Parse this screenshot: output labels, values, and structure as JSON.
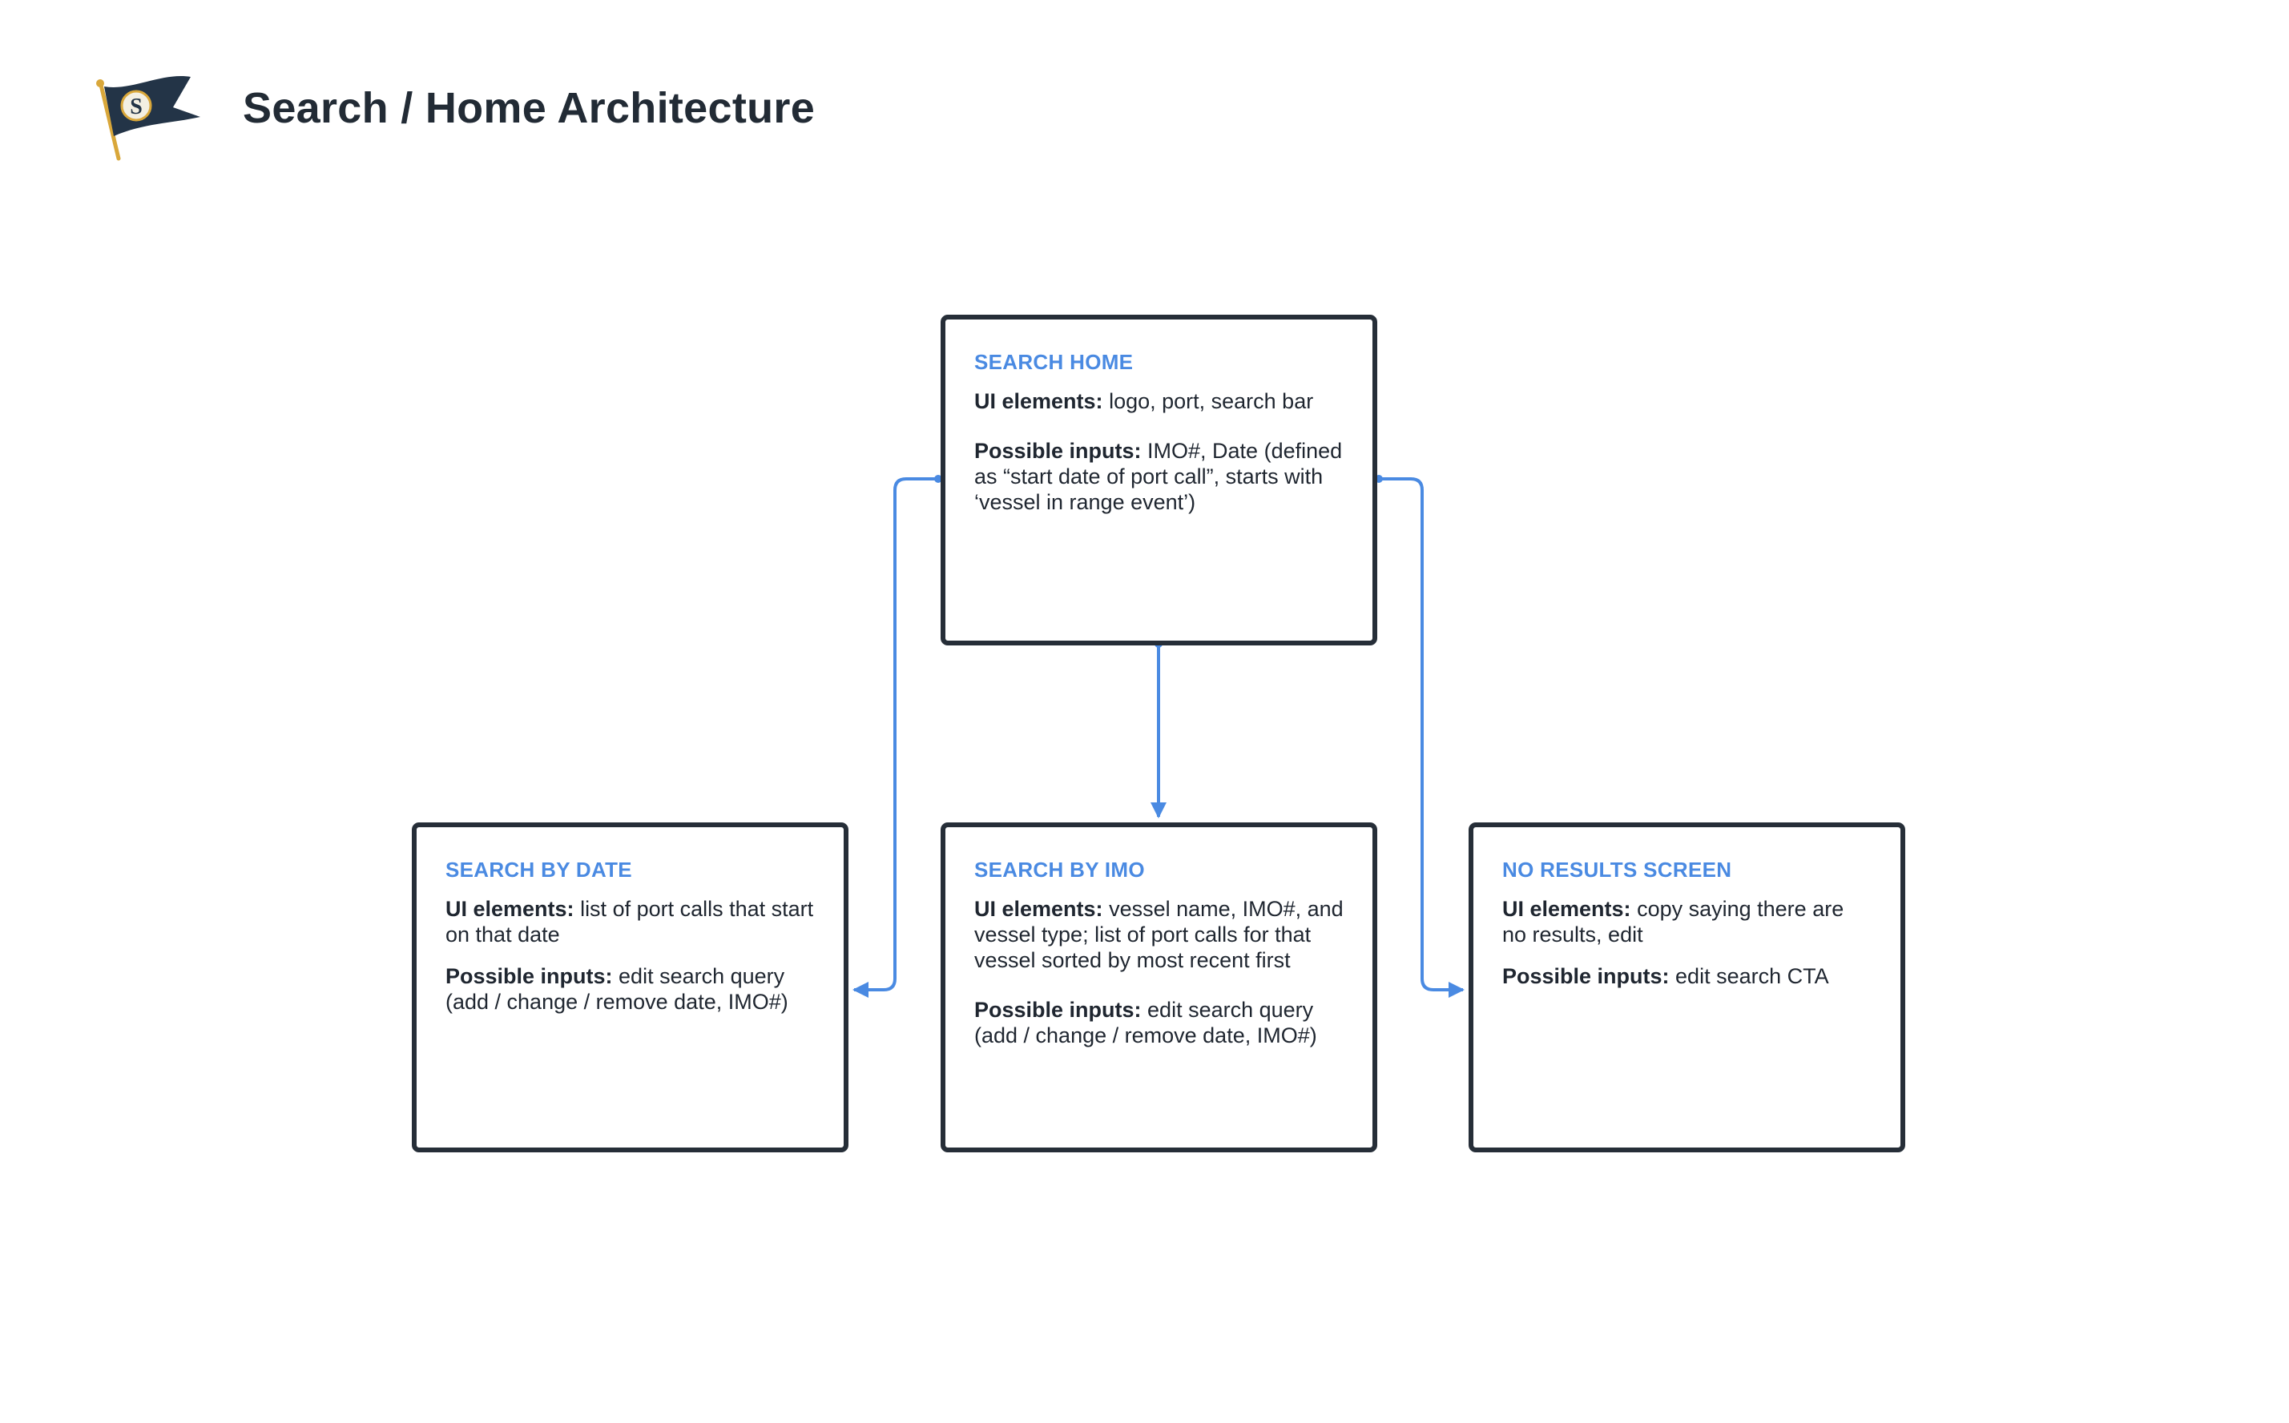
{
  "title": "Search / Home Architecture",
  "logo": {
    "icon": "pennant-flag-icon",
    "glyph": "S"
  },
  "colors": {
    "accent": "#4a8ae2",
    "border": "#262e38",
    "text": "#1f2630",
    "flag": "#233447",
    "pole": "#d9a73a"
  },
  "nodes": {
    "search_home": {
      "title": "SEARCH HOME",
      "ui_label": "UI elements:",
      "ui_text": " logo, port, search bar",
      "inputs_label": "Possible inputs:",
      "inputs_text": " IMO#, Date (defined as “start date of port call”, starts with ‘vessel in range event’)"
    },
    "search_by_date": {
      "title": "SEARCH BY DATE",
      "ui_label": "UI elements:",
      "ui_text": " list of port calls that start on that date",
      "inputs_label": "Possible inputs:",
      "inputs_text": " edit search query (add / change / remove date, IMO#)"
    },
    "search_by_imo": {
      "title": "SEARCH BY IMO",
      "ui_label": "UI elements:",
      "ui_text": " vessel name, IMO#, and vessel type; list of port calls for that vessel sorted by most recent first",
      "inputs_label": "Possible inputs:",
      "inputs_text": " edit search query (add / change / remove date, IMO#)"
    },
    "no_results": {
      "title": "NO RESULTS SCREEN",
      "ui_label": "UI elements:",
      "ui_text": " copy saying there are no results, edit",
      "inputs_label": "Possible inputs:",
      "inputs_text": " edit search CTA"
    }
  },
  "edges": [
    {
      "from": "SEARCH HOME",
      "to": "SEARCH BY DATE"
    },
    {
      "from": "SEARCH HOME",
      "to": "SEARCH BY IMO"
    },
    {
      "from": "SEARCH HOME",
      "to": "NO RESULTS SCREEN"
    }
  ]
}
